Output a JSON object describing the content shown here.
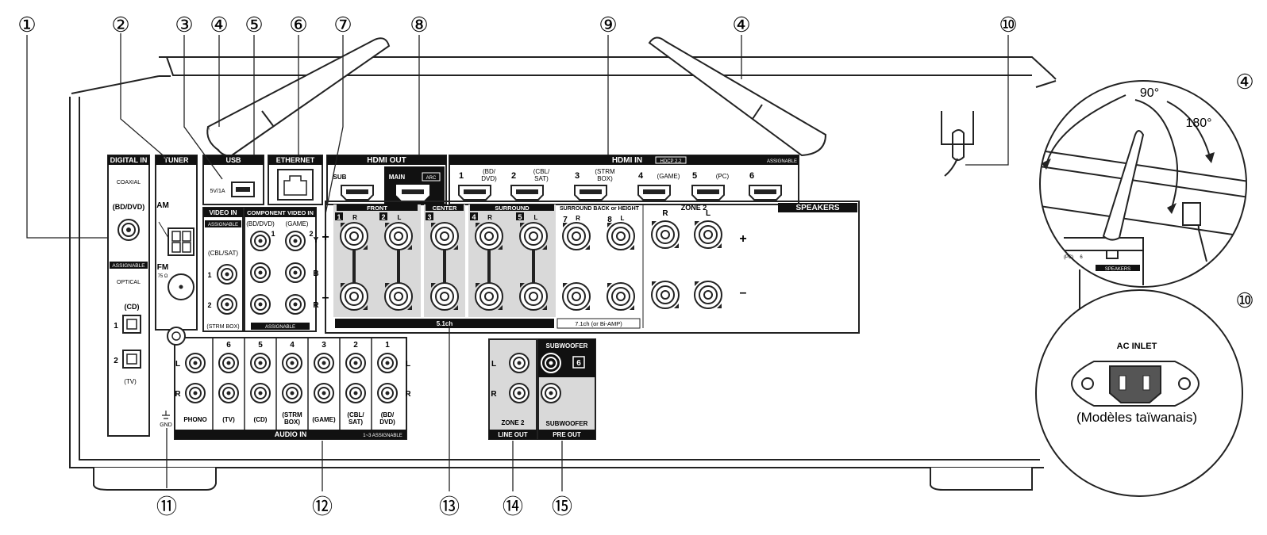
{
  "callouts": {
    "top": [
      {
        "id": "c1",
        "label": "①"
      },
      {
        "id": "c2",
        "label": "②"
      },
      {
        "id": "c3",
        "label": "③"
      },
      {
        "id": "c4a",
        "label": "④"
      },
      {
        "id": "c5",
        "label": "⑤"
      },
      {
        "id": "c6",
        "label": "⑥"
      },
      {
        "id": "c7",
        "label": "⑦"
      },
      {
        "id": "c8",
        "label": "⑧"
      },
      {
        "id": "c9",
        "label": "⑨"
      },
      {
        "id": "c4b",
        "label": "④"
      },
      {
        "id": "c10a",
        "label": "⑩"
      }
    ],
    "side": [
      {
        "id": "c4c",
        "label": "④"
      },
      {
        "id": "c10b",
        "label": "⑩"
      }
    ],
    "bottom": [
      {
        "id": "c11",
        "label": "⑪"
      },
      {
        "id": "c12",
        "label": "⑫"
      },
      {
        "id": "c13",
        "label": "⑬"
      },
      {
        "id": "c14",
        "label": "⑭"
      },
      {
        "id": "c15",
        "label": "⑮"
      }
    ]
  },
  "panel": {
    "digital_in": {
      "title": "DIGITAL IN",
      "coaxial": "COAXIAL",
      "bd_dvd": "(BD/DVD)",
      "assignable": "ASSIGNABLE",
      "optical": "OPTICAL",
      "cd": "(CD)",
      "tv": "(TV)",
      "n1": "1",
      "n2": "2"
    },
    "tuner": {
      "title": "TUNER",
      "am": "AM",
      "fm": "FM",
      "ohm": "75 Ω"
    },
    "usb": {
      "title": "USB",
      "rating": "5V/1A"
    },
    "ethernet": {
      "title": "ETHERNET"
    },
    "hdmi_out": {
      "title": "HDMI OUT",
      "sub": "SUB",
      "main": "MAIN",
      "arc": "ARC"
    },
    "hdmi_in": {
      "title": "HDMI IN",
      "hdcp": "HDCP 2.2",
      "assignable": "ASSIGNABLE",
      "inputs": [
        {
          "num": "1",
          "name": "(BD/\nDVD)"
        },
        {
          "num": "2",
          "name": "(CBL/\nSAT)"
        },
        {
          "num": "3",
          "name": "(STRM\nBOX)"
        },
        {
          "num": "4",
          "name": "(GAME)"
        },
        {
          "num": "5",
          "name": "(PC)"
        },
        {
          "num": "6",
          "name": ""
        }
      ]
    },
    "video_in": {
      "title": "VIDEO IN",
      "assignable": "ASSIGNABLE",
      "cbl_sat": "(CBL/SAT)",
      "n1": "1",
      "n2": "2",
      "strm_box": "(STRM BOX)"
    },
    "component_in": {
      "title": "COMPONENT VIDEO IN",
      "bd_dvd": "(BD/DVD)",
      "game": "(GAME)",
      "n1": "1",
      "n2": "2",
      "y": "Y",
      "b": "B",
      "r": "R",
      "assignable": "ASSIGNABLE"
    },
    "speakers": {
      "title": "SPEAKERS",
      "front": "FRONT",
      "center": "CENTER",
      "surround": "SURROUND",
      "surround_back": "SURROUND BACK or HEIGHT",
      "zone2": "ZONE 2",
      "r": "R",
      "l": "L",
      "n1": "1",
      "n2": "2",
      "n3": "3",
      "n4": "4",
      "n5": "5",
      "n7": "7",
      "n8": "8",
      "plus": "+",
      "minus": "–",
      "ch51": "5.1ch",
      "ch71": "7.1ch (or Bi-AMP)"
    },
    "audio_in": {
      "title": "AUDIO IN",
      "assignable": "1~3 ASSIGNABLE",
      "l": "L",
      "r": "R",
      "gnd": "GND",
      "columns": [
        {
          "num": "",
          "name": "PHONO"
        },
        {
          "num": "6",
          "name": "(TV)"
        },
        {
          "num": "5",
          "name": "(CD)"
        },
        {
          "num": "4",
          "name": "(STRM\nBOX)"
        },
        {
          "num": "3",
          "name": "(GAME)"
        },
        {
          "num": "2",
          "name": "(CBL/\nSAT)"
        },
        {
          "num": "1",
          "name": "(BD/\nDVD)"
        }
      ]
    },
    "line_out": {
      "title": "LINE OUT",
      "zone2": "ZONE 2",
      "l": "L",
      "r": "R"
    },
    "pre_out": {
      "title": "PRE OUT",
      "subwoofer": "SUBWOOFER",
      "sub_label": "SUBWOOFER",
      "num": "6"
    }
  },
  "detail_antenna": {
    "deg90": "90°",
    "deg180": "180°",
    "pc": "(PC)",
    "six": "6",
    "speakers": "SPEAKERS"
  },
  "detail_ac": {
    "title": "AC INLET",
    "caption": "(Modèles taïwanais)"
  },
  "colors": {
    "line": "#222222",
    "panel_grey": "#d9d9d9",
    "label_black": "#111111"
  }
}
